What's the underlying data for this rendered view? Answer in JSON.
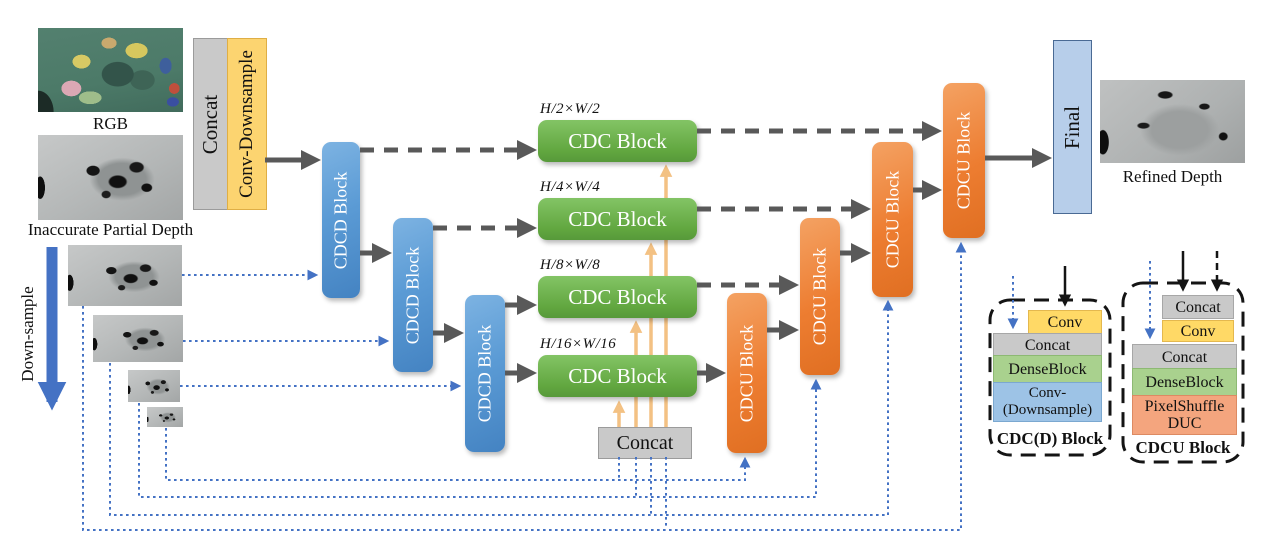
{
  "inputs": {
    "rgb_label": "RGB",
    "partial_depth_label": "Inaccurate Partial Depth",
    "downsample_label": "Down-sample"
  },
  "preprocess": {
    "concat": "Concat",
    "conv_downsample": "Conv-Downsample"
  },
  "encoder": {
    "blocks": [
      "CDCD Block",
      "CDCD Block",
      "CDCD Block"
    ]
  },
  "cdc": {
    "scales": [
      "H/2×W/2",
      "H/4×W/4",
      "H/8×W/8",
      "H/16×W/16"
    ],
    "blocks": [
      "CDC Block",
      "CDC Block",
      "CDC Block",
      "CDC Block"
    ],
    "concat": "Concat"
  },
  "decoder": {
    "blocks": [
      "CDCU Block",
      "CDCU Block",
      "CDCU Block",
      "CDCU Block"
    ]
  },
  "output": {
    "final": "Final",
    "refined_label": "Refined Depth"
  },
  "legend_cdcd": {
    "title": "CDC(D) Block",
    "conv": "Conv",
    "concat": "Concat",
    "denseblock": "DenseBlock",
    "conv_downsample_line1": "Conv-",
    "conv_downsample_line2": "(Downsample)"
  },
  "legend_cdcu": {
    "title": "CDCU Block",
    "concat_top": "Concat",
    "conv": "Conv",
    "concat_mid": "Concat",
    "denseblock": "DenseBlock",
    "pixelshuffle_line1": "PixelShuffle",
    "pixelshuffle_line2": "DUC"
  },
  "colors": {
    "arrow_gray": "#595959",
    "skip_blue": "#4472C4",
    "feature_yellow_arrow": "#F3C183",
    "encoder_blue": "#5B9BD5",
    "cdc_green": "#61A63F",
    "decoder_orange": "#ED7D31",
    "final_fill": "#B7CEEA",
    "legend_yellow": "#FFD966",
    "legend_gray": "#C9C9C9",
    "legend_green": "#A9D18E",
    "legend_blue": "#9DC3E6",
    "legend_salmon": "#F4A57E"
  }
}
